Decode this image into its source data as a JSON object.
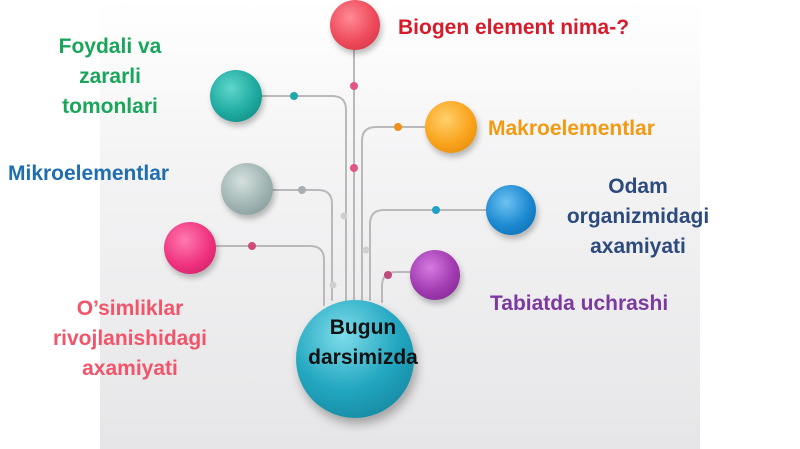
{
  "center": {
    "line1": "Bugun",
    "line2": "darsimizda"
  },
  "topics": [
    {
      "lines": [
        "Biogen element nima-?"
      ],
      "color": "#d81b2a",
      "ball_color": "#f0505f",
      "dot_color": "#e0577f"
    },
    {
      "lines": [
        "Foydali va",
        "zararli",
        "tomonlari"
      ],
      "color": "#1aa65a",
      "ball_color": "#1eaaa0",
      "dot_color": "#20a8a8"
    },
    {
      "lines": [
        "Makroelementlar"
      ],
      "color": "#f29a12",
      "ball_color": "#f9a31c",
      "dot_color": "#f0901a"
    },
    {
      "lines": [
        "Mikroelementlar"
      ],
      "color": "#1f6fb0",
      "ball_color": "#9fb4b2",
      "dot_color": "#a8aeb4"
    },
    {
      "lines": [
        "Odam",
        "organizmidagi",
        "axamiyati"
      ],
      "color": "#2c4a7d",
      "ball_color": "#1a88d0",
      "dot_color": "#22a0c8"
    },
    {
      "lines": [
        "O’simliklar",
        "rivojlanishidagi",
        "axamiyati"
      ],
      "color": "#f2546a",
      "ball_color": "#f0327e",
      "dot_color": "#d04a78"
    },
    {
      "lines": [
        "Tabiatda uchrashi"
      ],
      "color": "#7b3aa0",
      "ball_color": "#a03ab0",
      "dot_color": "#c04a7a"
    }
  ]
}
